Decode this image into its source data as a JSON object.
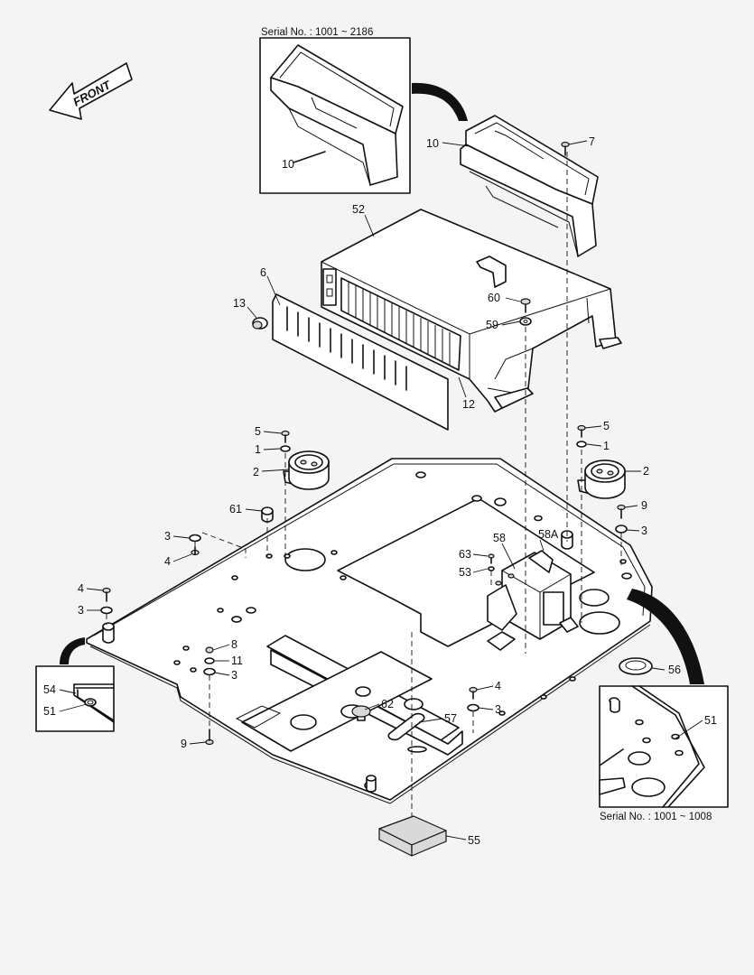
{
  "front_label": "FRONT",
  "inset_top": {
    "serial_note": "Serial No. : 1001 ~ 2186",
    "part_label": "10"
  },
  "inset_bottom_right": {
    "serial_note": "Serial No. : 1001 ~ 1008",
    "part_label": "51"
  },
  "inset_bottom_left": {
    "labels": [
      "54",
      "51"
    ]
  },
  "callouts": [
    {
      "id": "c10",
      "text": "10"
    },
    {
      "id": "c7",
      "text": "7"
    },
    {
      "id": "c52",
      "text": "52"
    },
    {
      "id": "c6",
      "text": "6"
    },
    {
      "id": "c13",
      "text": "13"
    },
    {
      "id": "c60",
      "text": "60"
    },
    {
      "id": "c59",
      "text": "59"
    },
    {
      "id": "c12",
      "text": "12"
    },
    {
      "id": "c5a",
      "text": "5"
    },
    {
      "id": "c1a",
      "text": "1"
    },
    {
      "id": "c2a",
      "text": "2"
    },
    {
      "id": "c5b",
      "text": "5"
    },
    {
      "id": "c1b",
      "text": "1"
    },
    {
      "id": "c2b",
      "text": "2"
    },
    {
      "id": "c9a",
      "text": "9"
    },
    {
      "id": "c3a",
      "text": "3"
    },
    {
      "id": "c61",
      "text": "61"
    },
    {
      "id": "c3b",
      "text": "3"
    },
    {
      "id": "c4a",
      "text": "4"
    },
    {
      "id": "c58A",
      "text": "58A"
    },
    {
      "id": "c58",
      "text": "58"
    },
    {
      "id": "c63",
      "text": "63"
    },
    {
      "id": "c53",
      "text": "53"
    },
    {
      "id": "c4b",
      "text": "4"
    },
    {
      "id": "c3c",
      "text": "3"
    },
    {
      "id": "c8",
      "text": "8"
    },
    {
      "id": "c11",
      "text": "11"
    },
    {
      "id": "c3d",
      "text": "3"
    },
    {
      "id": "c56",
      "text": "56"
    },
    {
      "id": "c4c",
      "text": "4"
    },
    {
      "id": "c3e",
      "text": "3"
    },
    {
      "id": "c62",
      "text": "62"
    },
    {
      "id": "c57",
      "text": "57"
    },
    {
      "id": "c9b",
      "text": "9"
    },
    {
      "id": "c55",
      "text": "55"
    }
  ]
}
